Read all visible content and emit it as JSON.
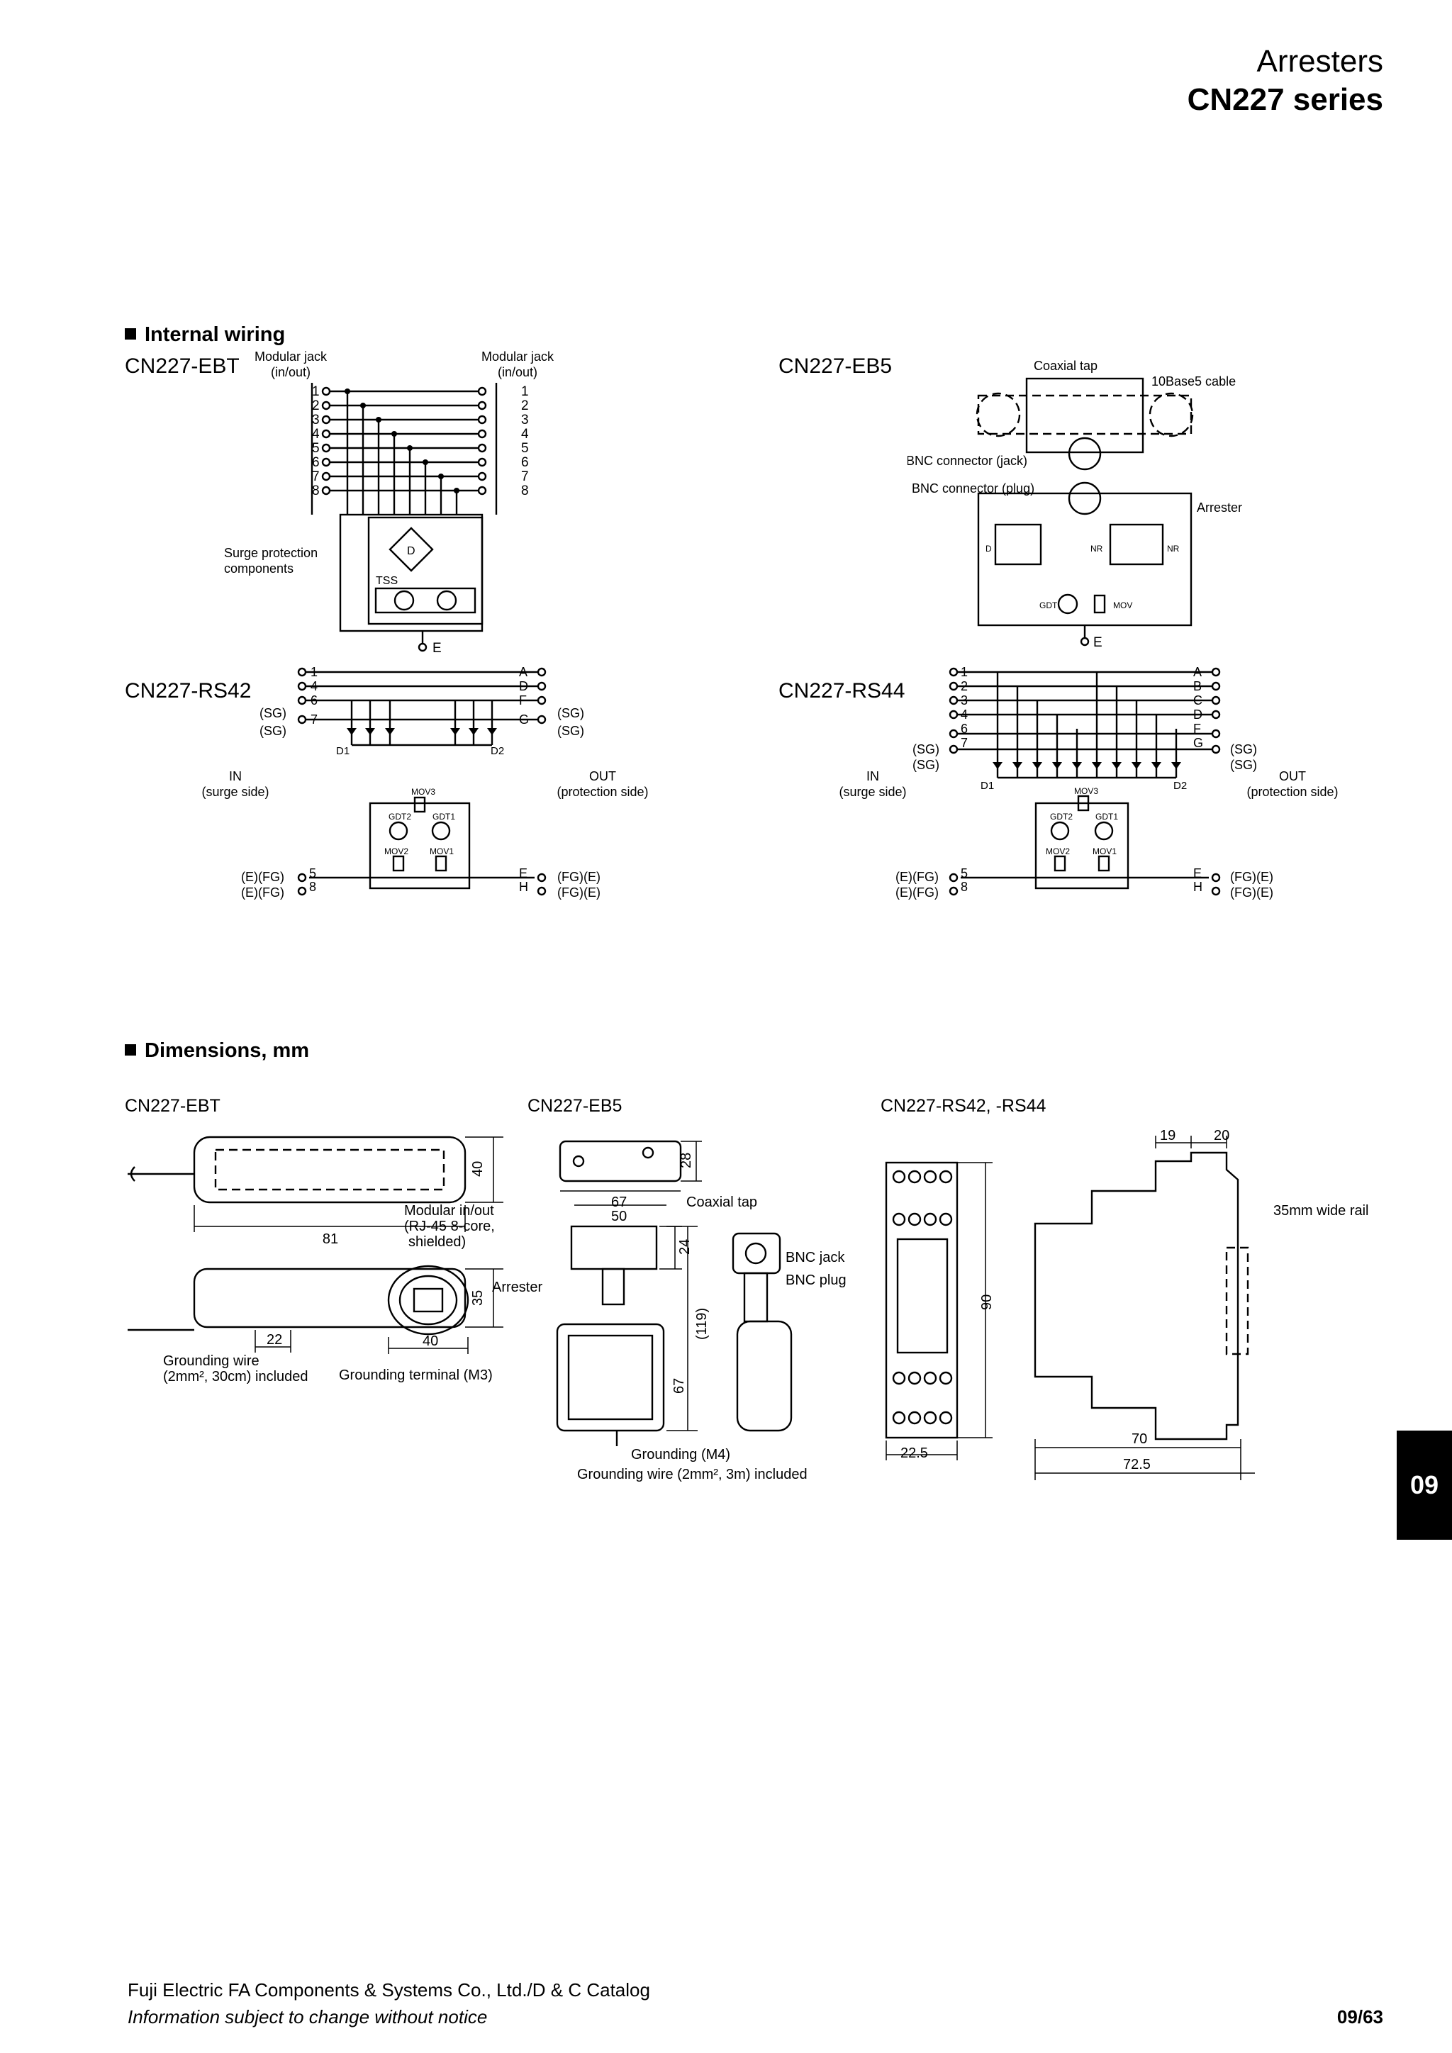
{
  "header": {
    "category": "Arresters",
    "series": "CN227 series"
  },
  "sections": {
    "wiring": "Internal wiring",
    "dimensions": "Dimensions, mm"
  },
  "wiring": {
    "ebt": {
      "model": "CN227-EBT",
      "jack_left": [
        "Modular jack",
        "(in/out)"
      ],
      "jack_right": [
        "Modular jack",
        "(in/out)"
      ],
      "pins": [
        "1",
        "2",
        "3",
        "4",
        "5",
        "6",
        "7",
        "8"
      ],
      "surge": [
        "Surge protection",
        "components"
      ],
      "d": "D",
      "tss": "TSS",
      "e": "E"
    },
    "eb5": {
      "model": "CN227-EB5",
      "coaxial_tap": "Coaxial tap",
      "cable": "10Base5 cable",
      "bnc_jack": "BNC connector (jack)",
      "bnc_plug": "BNC connector (plug)",
      "arrester": "Arrester",
      "d": "D",
      "nr1": "NR",
      "nr2": "NR",
      "gdt": "GDT",
      "mov": "MOV",
      "e": "E"
    },
    "rs42": {
      "model": "CN227-RS42",
      "left_terms": [
        "1",
        "4",
        "6",
        "7"
      ],
      "right_terms": [
        "A",
        "D",
        "F",
        "G"
      ],
      "sg": "(SG)",
      "d1": "D1",
      "d2": "D2",
      "in": "IN",
      "in_sub": "(surge side)",
      "out": "OUT",
      "out_sub": "(protection side)",
      "mov3": "MOV3",
      "gdt2": "GDT2",
      "gdt1": "GDT1",
      "mov2": "MOV2",
      "mov1": "MOV1",
      "efg": "(E)(FG)",
      "fge": "(FG)(E)",
      "bottom_left": [
        "5",
        "8"
      ],
      "bottom_right": [
        "E",
        "H"
      ]
    },
    "rs44": {
      "model": "CN227-RS44",
      "left_terms": [
        "1",
        "2",
        "3",
        "4",
        "6",
        "7"
      ],
      "right_terms": [
        "A",
        "B",
        "C",
        "D",
        "F",
        "G"
      ],
      "sg": "(SG)",
      "d1": "D1",
      "d2": "D2",
      "in": "IN",
      "in_sub": "(surge side)",
      "out": "OUT",
      "out_sub": "(protection side)",
      "mov3": "MOV3",
      "gdt2": "GDT2",
      "gdt1": "GDT1",
      "mov2": "MOV2",
      "mov1": "MOV1",
      "efg": "(E)(FG)",
      "fge": "(FG)(E)",
      "bottom_left": [
        "5",
        "8"
      ],
      "bottom_right": [
        "E",
        "H"
      ]
    }
  },
  "dimensions": {
    "ebt": {
      "model": "CN227-EBT",
      "d40": "40",
      "d81": "81",
      "d35": "35",
      "d22": "22",
      "d40b": "40",
      "modular": [
        "Modular in/out",
        "(RJ-45 8-core,",
        "shielded)"
      ],
      "ground_wire": [
        "Grounding wire",
        "(2mm², 30cm) included"
      ],
      "ground_term": "Grounding terminal (M3)"
    },
    "eb5": {
      "model": "CN227-EB5",
      "d28": "28",
      "d67": "67",
      "d50": "50",
      "d24": "24",
      "d119": "(119)",
      "d67v": "67",
      "coaxial_tap": "Coaxial tap",
      "arrester": "Arrester",
      "bnc_jack": "BNC jack",
      "bnc_plug": "BNC plug",
      "grounding": "Grounding (M4)",
      "ground_wire": "Grounding wire (2mm², 3m) included"
    },
    "rs": {
      "model": "CN227-RS42, -RS44",
      "d19": "19",
      "d20": "20",
      "rail": "35mm wide rail",
      "d90": "90",
      "d22_5": "22.5",
      "d70": "70",
      "d72_5": "72.5"
    }
  },
  "tab": "09",
  "footer": {
    "company": "Fuji Electric FA Components & Systems Co., Ltd./D & C Catalog",
    "notice": "Information subject to change without notice",
    "page": "09/63"
  }
}
